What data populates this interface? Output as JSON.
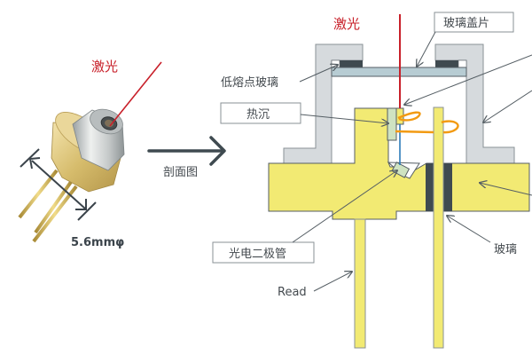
{
  "photo": {
    "laser_label": "激光",
    "dimension_label": "5.6mmφ"
  },
  "transition": {
    "label": "剖面图"
  },
  "section": {
    "laser_label": "激光",
    "labels": {
      "glass_cover": "玻璃盖片",
      "low_melt_glass": "低熔点玻璃",
      "heat_sink": "热沉",
      "photodiode": "光电二极管",
      "lead": "Read",
      "glass": "玻璃"
    }
  },
  "colors": {
    "laser": "#c8202a",
    "metal_yellow": "#f2ea73",
    "cap_gray": "#d6dadd",
    "glass_plate": "#b7ccd3",
    "seal_dark": "#3f4a50",
    "chip_green": "#cfe3c2",
    "wire_orange": "#f29a12",
    "fiber_blue": "#2b7bb9",
    "outline": "#555e64"
  }
}
